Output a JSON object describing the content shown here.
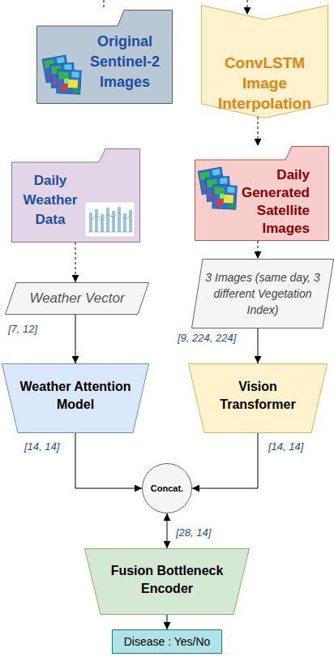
{
  "diagram": {
    "nodes": [
      {
        "text": [
          "Original Sentinel-2 Images"
        ]
      },
      {
        "text": [
          "ConvLSTM Image Interpolation"
        ]
      },
      {
        "text": [
          "Daily Weather Data"
        ]
      },
      {
        "text": [
          "Daily Generated Satellite Images"
        ]
      },
      {
        "text": [
          "Weather Vector"
        ]
      },
      {
        "text": [
          "3 Images (same day, 3 different Vegetation Index)"
        ]
      },
      {
        "text": [
          "Weather Attention Model"
        ]
      },
      {
        "text": [
          "Vision Transformer"
        ]
      },
      {
        "text": [
          "Concat."
        ]
      },
      {
        "text": [
          "Fusion Bottleneck Encoder"
        ]
      },
      {
        "text": [
          "Disease : Yes/No"
        ]
      }
    ],
    "edges": [
      {
        "from": 1,
        "to": 3,
        "arrow": "to"
      },
      {
        "from": 2,
        "to": 4,
        "arrow": "to"
      },
      {
        "from": 3,
        "to": 5,
        "arrow": "to"
      },
      {
        "from": 4,
        "to": 6,
        "label": "[7, 12]",
        "arrow": "to"
      },
      {
        "from": 5,
        "to": 7,
        "label": "[9, 224, 224]",
        "arrow": "to"
      },
      {
        "from": 6,
        "to": 8,
        "label": "[14, 14]",
        "arrow": "to"
      },
      {
        "from": 7,
        "to": 8,
        "label": "[14, 14]",
        "arrow": "to"
      },
      {
        "from": 8,
        "to": 9,
        "label": "[28, 14]",
        "arrow": "both"
      },
      {
        "from": 9,
        "to": 10,
        "arrow": "to"
      }
    ]
  }
}
